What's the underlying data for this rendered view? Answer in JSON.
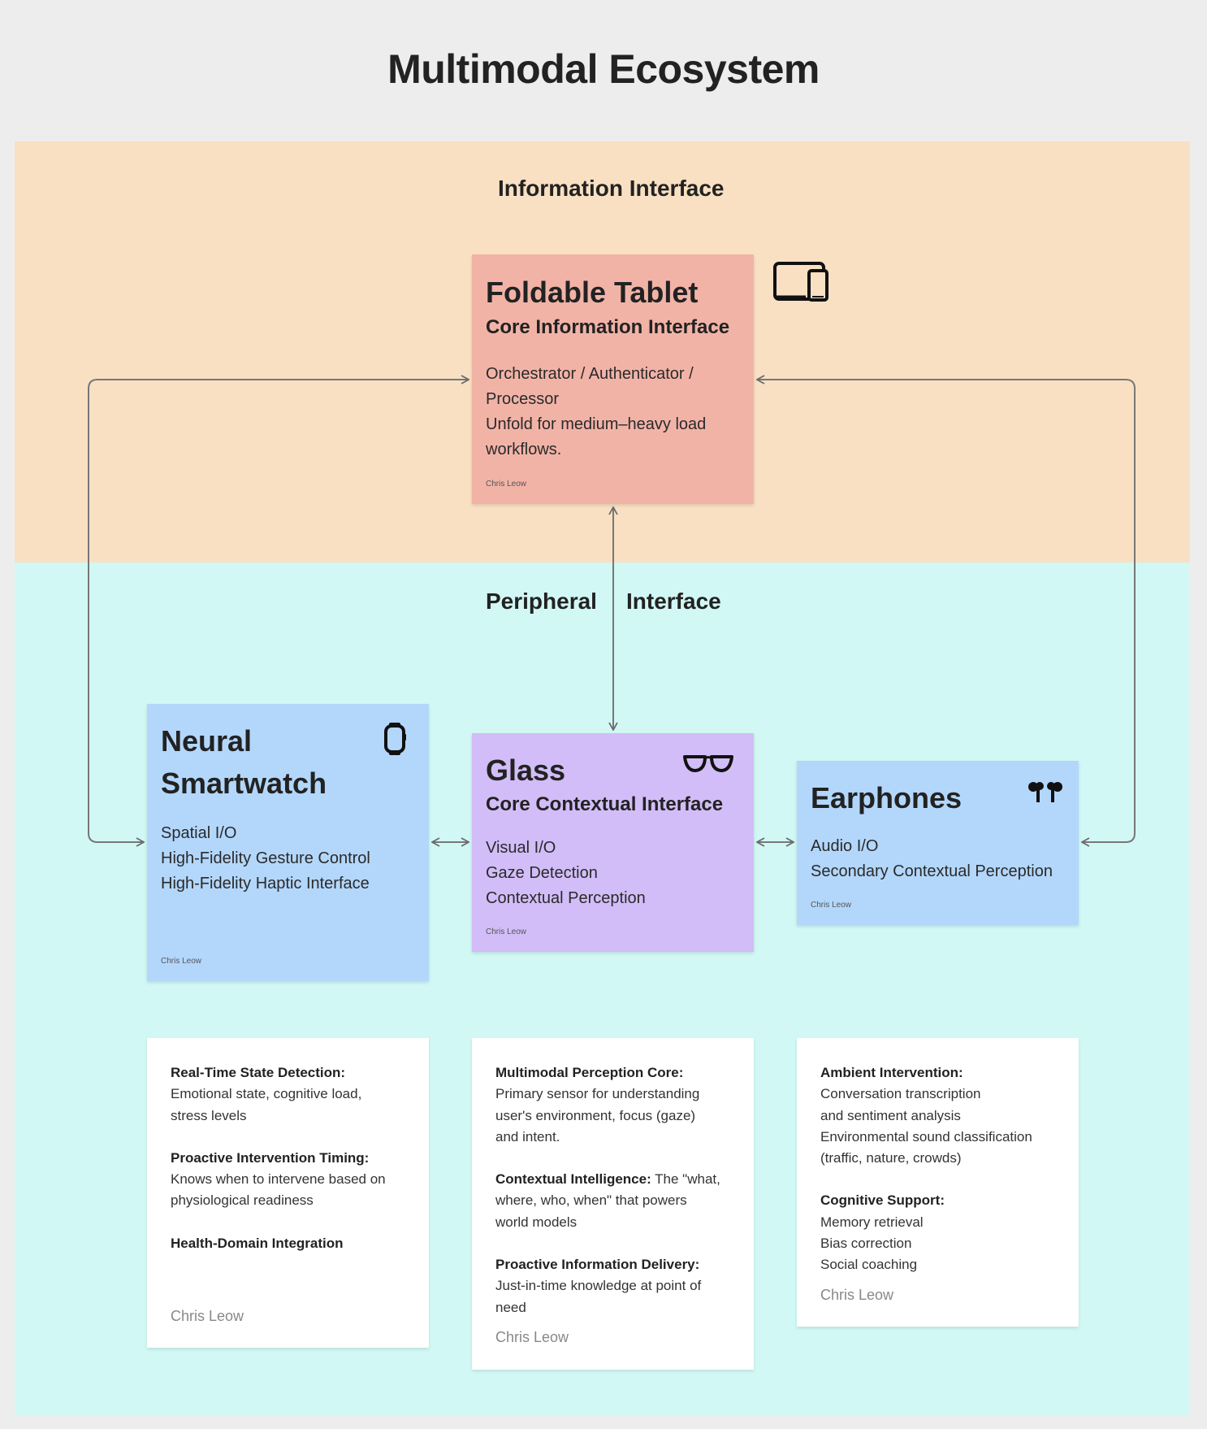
{
  "title": "Multimodal Ecosystem",
  "sections": {
    "information": "Information Interface",
    "peripheral_left": "Peripheral",
    "peripheral_right": "Interface"
  },
  "devices": {
    "tablet": {
      "name": "Foldable Tablet",
      "subtitle": "Core Information Interface",
      "lines": [
        "Orchestrator / Authenticator /",
        "Processor",
        "Unfold for medium–heavy load",
        "workflows."
      ],
      "author": "Chris Leow",
      "icon": "devices-icon",
      "color": "#f2b3a7"
    },
    "watch": {
      "name_line1": "Neural",
      "name_line2": "Smartwatch",
      "lines": [
        "Spatial I/O",
        "High-Fidelity Gesture Control",
        "High-Fidelity Haptic Interface"
      ],
      "author": "Chris Leow",
      "icon": "watch-icon",
      "color": "#b3d7fb"
    },
    "glass": {
      "name": "Glass",
      "subtitle": "Core Contextual Interface",
      "lines": [
        "Visual I/O",
        "Gaze Detection",
        "Contextual Perception"
      ],
      "author": "Chris Leow",
      "icon": "glasses-icon",
      "color": "#d2bdf8"
    },
    "earphones": {
      "name": "Earphones",
      "lines": [
        "Audio I/O",
        "Secondary Contextual Perception"
      ],
      "author": "Chris Leow",
      "icon": "earbuds-icon",
      "color": "#b3d7fb"
    }
  },
  "notes": {
    "watch": {
      "h1": "Real-Time State Detection:",
      "l1": "Emotional state, cognitive load,",
      "l2": "stress levels",
      "h2": "Proactive Intervention Timing:",
      "l3": "Knows when to intervene based on",
      "l4": "physiological readiness",
      "h3": "Health-Domain Integration",
      "author": "Chris Leow"
    },
    "glass": {
      "h1": "Multimodal Perception Core:",
      "l1": "Primary sensor for understanding",
      "l2": "user's environment, focus (gaze)",
      "l3": "and intent.",
      "h2": "Contextual Intelligence:",
      "h2_rest": " The \"what,",
      "l4": "where, who, when\" that powers",
      "l5": "world models",
      "h3": "Proactive Information Delivery:",
      "l6": "Just-in-time knowledge at point of",
      "l7": "need",
      "author": "Chris Leow"
    },
    "earphones": {
      "h1": "Ambient Intervention:",
      "l1": "Conversation transcription",
      "l2": "and sentiment analysis",
      "l3": "Environmental sound classification",
      "l4": "(traffic, nature, crowds)",
      "h2": "Cognitive Support:",
      "l5": "Memory retrieval",
      "l6": "Bias correction",
      "l7": "Social coaching",
      "author": "Chris Leow"
    }
  }
}
